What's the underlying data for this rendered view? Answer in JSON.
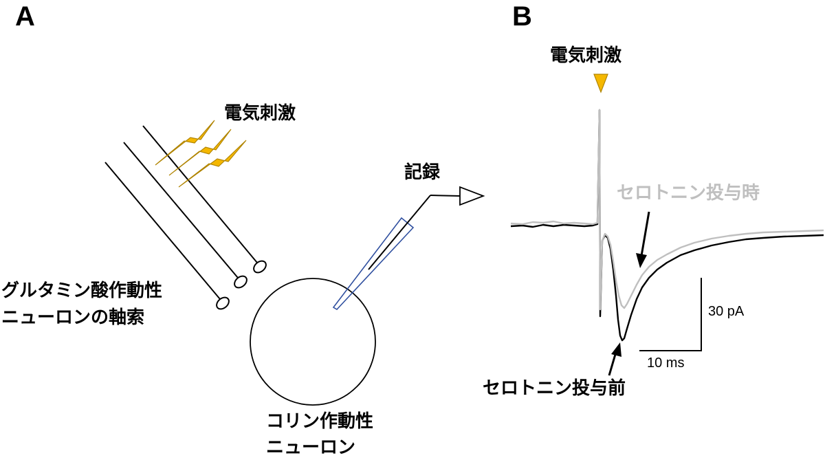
{
  "panel_a": {
    "label": "A",
    "stimulation_label": "電気刺激",
    "recording_label": "記録",
    "axon_label_line1": "グルタミン酸作動性",
    "axon_label_line2": "ニューロンの軸索",
    "neuron_label_line1": "コリン作動性",
    "neuron_label_line2": "ニューロン"
  },
  "panel_b": {
    "label": "B",
    "stimulation_label": "電気刺激",
    "after_serotonin_label": "セロトニン投与時",
    "before_serotonin_label": "セロトニン投与前",
    "scale_current": "30 pA",
    "scale_time": "10 ms"
  },
  "colors": {
    "stimulus": "#f5b800",
    "stimulus_outline": "#b08400",
    "trace_before": "#000000",
    "trace_after": "#bfbfbf",
    "pipette": "#2f4f9f"
  },
  "icons": {
    "stimulus": "lightning-bolt-icon",
    "stimulus_marker": "down-triangle-icon",
    "recording_amplifier": "amplifier-triangle-icon"
  }
}
